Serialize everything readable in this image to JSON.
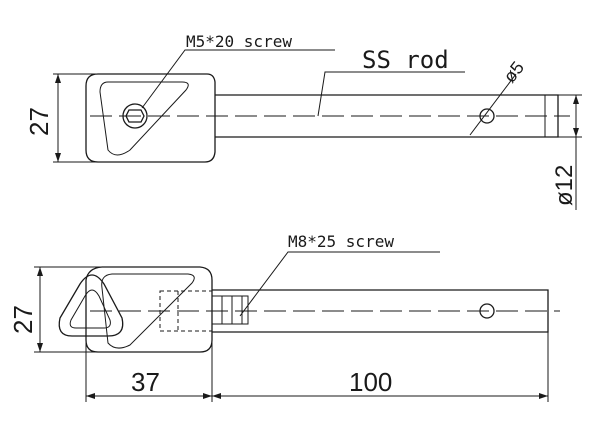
{
  "top_view": {
    "screw_label": "M5*20 screw",
    "rod_label": "SS rod",
    "height_dim": "27",
    "hole_dim": "ø5",
    "rod_dia_dim": "ø12"
  },
  "bottom_view": {
    "screw_label": "M8*25 screw",
    "height_dim": "27",
    "head_length_dim": "37",
    "rod_length_dim": "100"
  }
}
